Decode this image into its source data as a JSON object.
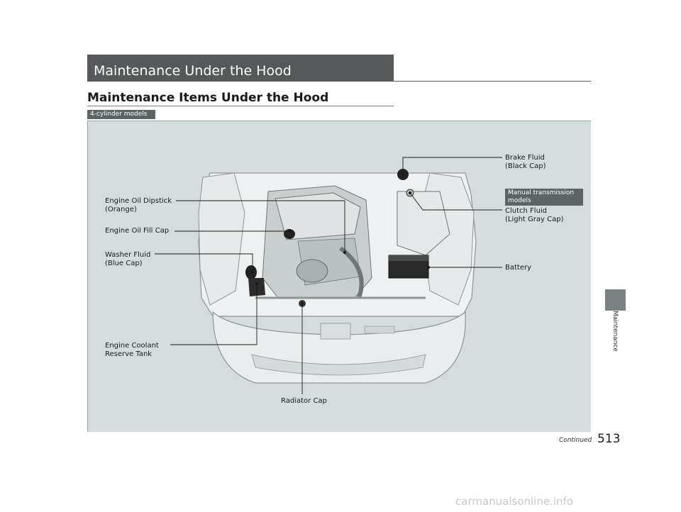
{
  "section_title": "Maintenance Under the Hood",
  "heading": "Maintenance Items Under the Hood",
  "model_tag": "4-cylinder models",
  "labels": {
    "brake_fluid_1": "Brake Fluid",
    "brake_fluid_2": "(Black Cap)",
    "manual_tag_1": "Manual transmission",
    "manual_tag_2": "models",
    "clutch_fluid_1": "Clutch Fluid",
    "clutch_fluid_2": "(Light Gray Cap)",
    "oil_dipstick_1": "Engine Oil Dipstick",
    "oil_dipstick_2": "(Orange)",
    "oil_fill_cap": "Engine Oil Fill Cap",
    "washer_fluid_1": "Washer Fluid",
    "washer_fluid_2": "(Blue Cap)",
    "battery": "Battery",
    "coolant_1": "Engine Coolant",
    "coolant_2": "Reserve Tank",
    "radiator_cap": "Radiator Cap"
  },
  "side_tab": "Maintenance",
  "continued": "Continued",
  "page_number": "513",
  "watermark": "carmanualsonline.info",
  "colors": {
    "banner": "#55595a",
    "figure_bg": "#d4dcdd",
    "tag_bg": "#5c6465",
    "side_tab": "#7b8283"
  }
}
